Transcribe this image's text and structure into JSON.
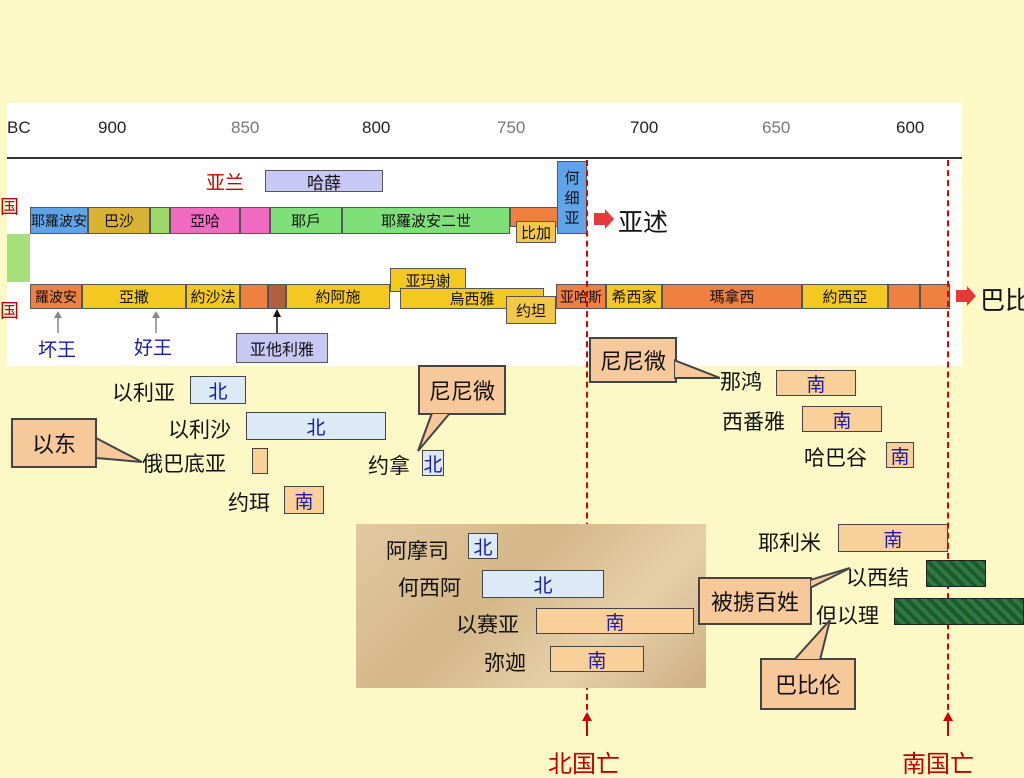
{
  "axis": {
    "unit": "BC",
    "ticks": [
      "900",
      "850",
      "800",
      "750",
      "700",
      "650",
      "600"
    ]
  },
  "israel_row": {
    "label": "国",
    "segments": [
      "耶羅波安",
      "巴沙",
      "亞哈",
      "耶戶",
      "耶羅波安二世",
      "比加",
      "何细亚"
    ]
  },
  "judah_row": {
    "label": "国",
    "segments": [
      "羅波安",
      "亞撒",
      "約沙法",
      "約阿施",
      "亚玛谢",
      "烏西雅",
      "约坦",
      "亚哈斯",
      "希西家",
      "瑪拿西",
      "約西亞"
    ]
  },
  "top_labels": {
    "aram": "亚兰",
    "hazael": "哈薛"
  },
  "arrows": {
    "assyria": "亚述",
    "babylon": "巴比"
  },
  "kings": {
    "bad": "坏王",
    "good": "好王",
    "athaliah": "亚他利雅"
  },
  "prophets": {
    "elijah": "以利亚",
    "elisha": "以利沙",
    "obadiah": "俄巴底亚",
    "joel": "约珥",
    "jonah": "约拿",
    "nahum": "那鸿",
    "zephaniah": "西番雅",
    "habakkuk": "哈巴谷",
    "amos": "阿摩司",
    "hosea": "何西阿",
    "isaiah": "以赛亚",
    "micah": "弥迦",
    "jeremiah": "耶利米",
    "ezekiel": "以西结",
    "daniel": "但以理"
  },
  "kingdom_tags": {
    "north": "北",
    "south": "南"
  },
  "callouts": {
    "edom": "以东",
    "nineveh1": "尼尼微",
    "nineveh2": "尼尼微",
    "captives": "被掳百姓",
    "babylon": "巴比伦"
  },
  "bottom": {
    "north_fall": "北国亡",
    "south_fall": "南国亡"
  }
}
